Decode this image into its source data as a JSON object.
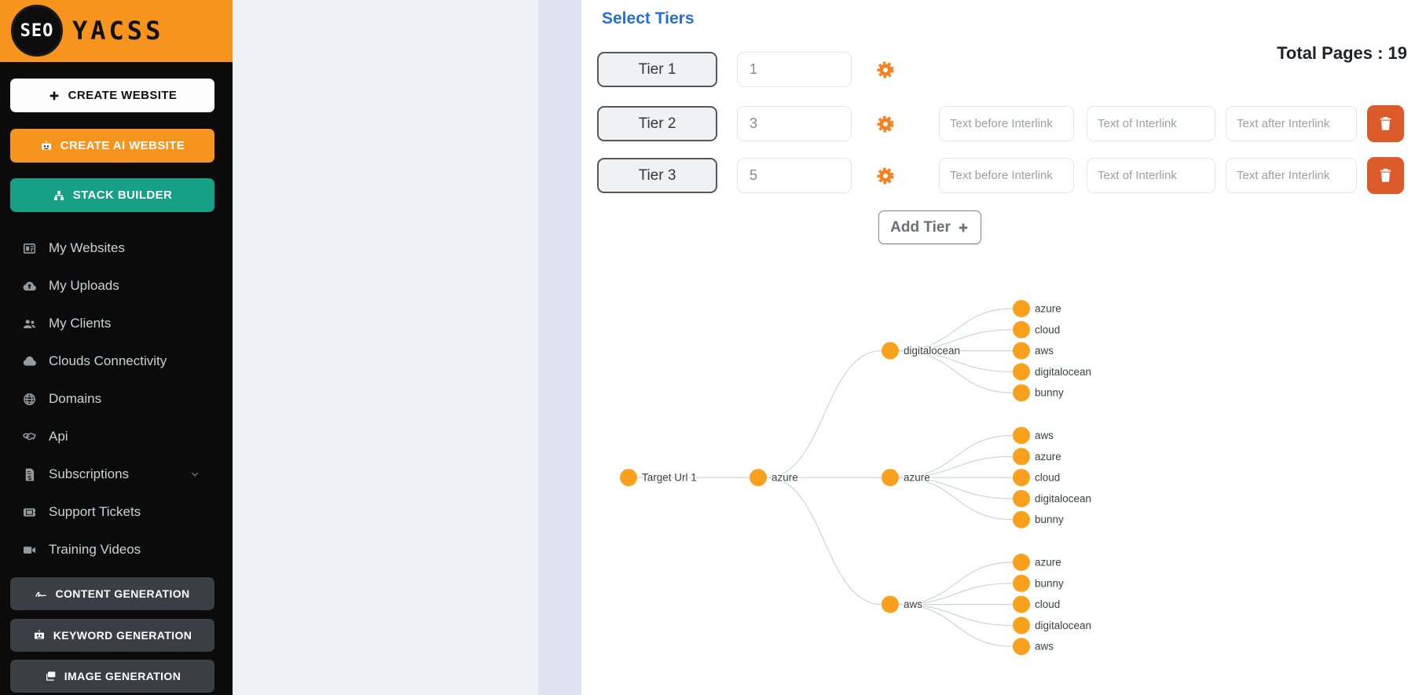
{
  "app": {
    "brand_circle": "SEO",
    "brand_name": "YACSS"
  },
  "colors": {
    "header_orange": "#f7941e",
    "teal": "#16a085",
    "gear_orange": "#f58220",
    "delete_orange": "#db5a2a",
    "node_orange": "#f9a11c",
    "title_blue": "#2570d4"
  },
  "sidebar": {
    "primary_buttons": [
      {
        "id": "create-website",
        "label": "CREATE WEBSITE",
        "icon": "plus-icon",
        "style": "white"
      },
      {
        "id": "create-ai-website",
        "label": "CREATE AI WEBSITE",
        "icon": "robot-icon",
        "style": "orange"
      },
      {
        "id": "stack-builder",
        "label": "STACK BUILDER",
        "icon": "sitemap-icon",
        "style": "teal"
      }
    ],
    "nav_items": [
      {
        "id": "my-websites",
        "label": "My Websites",
        "icon": "card-icon"
      },
      {
        "id": "my-uploads",
        "label": "My Uploads",
        "icon": "cloud-upload-icon"
      },
      {
        "id": "my-clients",
        "label": "My Clients",
        "icon": "users-icon"
      },
      {
        "id": "clouds-connectivity",
        "label": "Clouds Connectivity",
        "icon": "cloud-icon"
      },
      {
        "id": "domains",
        "label": "Domains",
        "icon": "globe-icon"
      },
      {
        "id": "api",
        "label": "Api",
        "icon": "handshake-icon"
      },
      {
        "id": "subscriptions",
        "label": "Subscriptions",
        "icon": "invoice-icon",
        "chevron": true
      },
      {
        "id": "support-tickets",
        "label": "Support Tickets",
        "icon": "ticket-icon"
      },
      {
        "id": "training-videos",
        "label": "Training Videos",
        "icon": "video-icon"
      }
    ],
    "generation_buttons": [
      {
        "id": "content-generation",
        "label": "CONTENT GENERATION",
        "icon": "signature-icon"
      },
      {
        "id": "keyword-generation",
        "label": "KEYWORD GENERATION",
        "icon": "robot-icon"
      },
      {
        "id": "image-generation",
        "label": "IMAGE GENERATION",
        "icon": "images-icon"
      }
    ]
  },
  "main": {
    "title": "Select Tiers",
    "total_pages": "Total Pages : 19",
    "add_tier_label": "Add Tier",
    "tiers": [
      {
        "name": "Tier 1",
        "pages": "1",
        "interlink": false
      },
      {
        "name": "Tier 2",
        "pages": "3",
        "interlink": true
      },
      {
        "name": "Tier 3",
        "pages": "5",
        "interlink": true
      }
    ],
    "placeholders": {
      "before": "Text before Interlink",
      "of": "Text of Interlink",
      "after": "Text after Interlink"
    }
  },
  "tree": {
    "label": "Target Url 1",
    "children": [
      {
        "label": "azure",
        "children": [
          {
            "label": "digitalocean",
            "children": [
              {
                "label": "azure"
              },
              {
                "label": "cloud"
              },
              {
                "label": "aws"
              },
              {
                "label": "digitalocean"
              },
              {
                "label": "bunny"
              }
            ]
          },
          {
            "label": "azure",
            "children": [
              {
                "label": "aws"
              },
              {
                "label": "azure"
              },
              {
                "label": "cloud"
              },
              {
                "label": "digitalocean"
              },
              {
                "label": "bunny"
              }
            ]
          },
          {
            "label": "aws",
            "children": [
              {
                "label": "azure"
              },
              {
                "label": "bunny"
              },
              {
                "label": "cloud"
              },
              {
                "label": "digitalocean"
              },
              {
                "label": "aws"
              }
            ]
          }
        ]
      }
    ]
  }
}
